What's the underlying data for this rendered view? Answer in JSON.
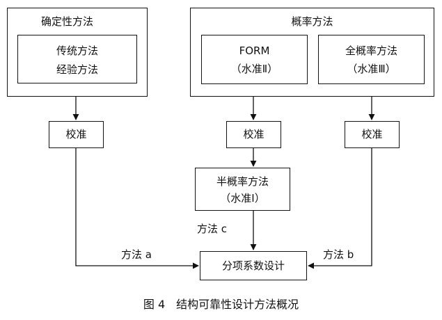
{
  "deterministic": {
    "title": "确定性方法",
    "inner_line1": "传统方法",
    "inner_line2": "经验方法"
  },
  "probabilistic": {
    "title": "概率方法",
    "form_line1": "FORM",
    "form_line2": "（水准Ⅱ）",
    "full_line1": "全概率方法",
    "full_line2": "（水准Ⅲ）"
  },
  "calibration": {
    "left": "校准",
    "mid": "校准",
    "right": "校准"
  },
  "semi": {
    "line1": "半概率方法",
    "line2": "（水准Ⅰ）"
  },
  "result": "分项系数设计",
  "edge_labels": {
    "a": "方法 a",
    "b": "方法 b",
    "c": "方法 c"
  },
  "caption": "图 4　结构可靠性设计方法概况"
}
